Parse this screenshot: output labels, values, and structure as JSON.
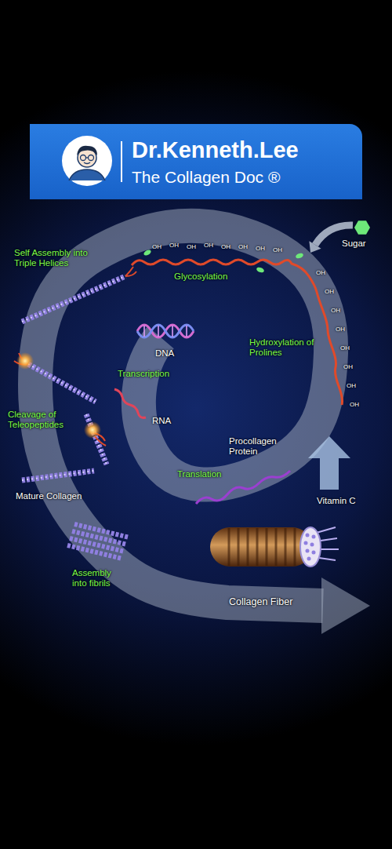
{
  "diagram": {
    "nodes": [
      {
        "text": [
          "Dr.Kenneth.Lee",
          "The Collagen Doc ®"
        ]
      }
    ],
    "labels": [
      "Self Assembly into Triple Helices",
      "Sugar",
      "OH",
      "OH",
      "OH",
      "OH",
      "OH",
      "OH",
      "OH",
      "OH",
      "Glycosylation",
      "OH",
      "OH",
      "OH",
      "OH",
      "OH",
      "OH",
      "OH",
      "OH",
      "DNA",
      "Hydroxylation of Prolines",
      "Transcription",
      "RNA",
      "Cleavage of Teleopeptides",
      "Procollagen Protein",
      "Translation",
      "Mature Collagen",
      "Vitamin C",
      "Assembly into fibrils",
      "Collagen Fiber"
    ]
  }
}
